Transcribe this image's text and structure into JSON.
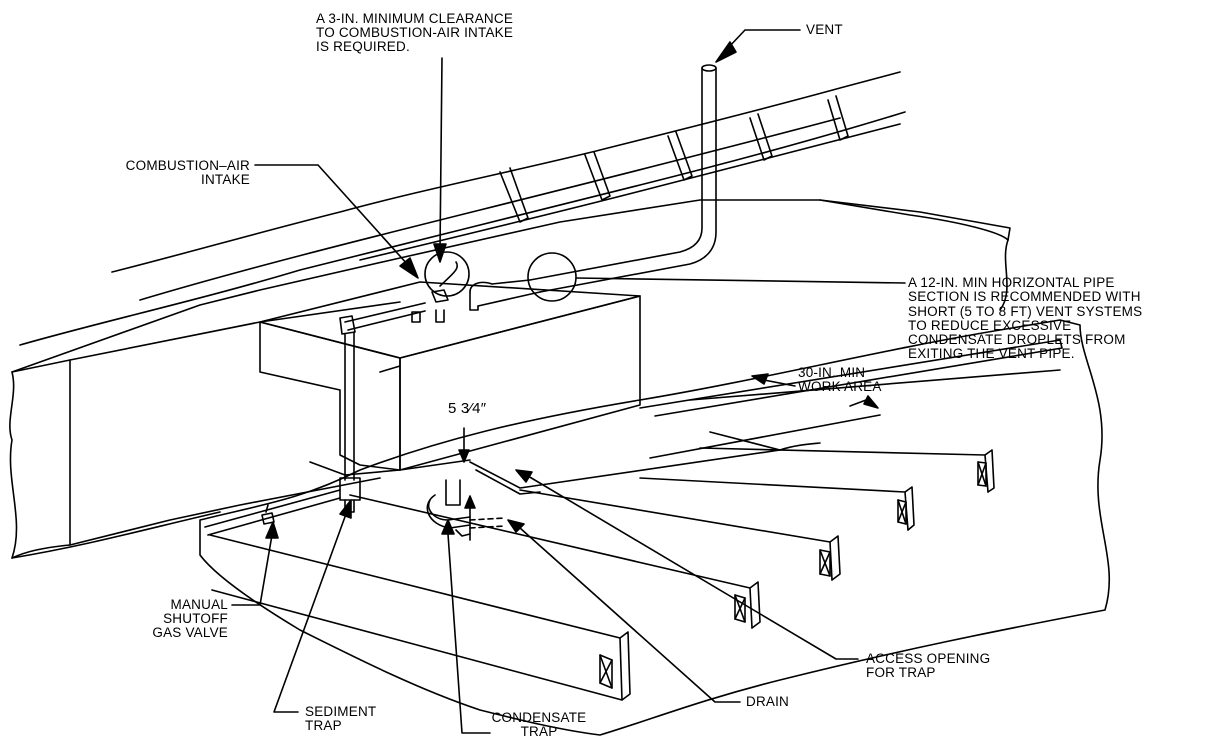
{
  "labels": {
    "clearance": [
      "A 3-IN. MINIMUM CLEARANCE",
      "TO COMBUSTION-AIR INTAKE",
      "IS REQUIRED."
    ],
    "vent": [
      "VENT"
    ],
    "combustion_air_intake": [
      "COMBUSTION–AIR",
      "INTAKE"
    ],
    "horizontal_pipe": [
      "A 12-IN. MIN HORIZONTAL PIPE",
      "SECTION IS RECOMMENDED WITH",
      "SHORT (5 TO 8 FT) VENT SYSTEMS",
      "TO REDUCE EXCESSIVE",
      "CONDENSATE DROPLETS FROM",
      "EXITING THE VENT PIPE."
    ],
    "work_area": [
      "30-IN. MIN",
      "WORK AREA"
    ],
    "dimension": [
      "5 3⁄4″"
    ],
    "manual_shutoff": [
      "MANUAL",
      "SHUTOFF",
      "GAS VALVE"
    ],
    "sediment_trap": [
      "SEDIMENT",
      "TRAP"
    ],
    "condensate_trap": [
      "CONDENSATE",
      "TRAP"
    ],
    "access_opening": [
      "ACCESS OPENING",
      "FOR TRAP"
    ],
    "drain": [
      "DRAIN"
    ]
  }
}
